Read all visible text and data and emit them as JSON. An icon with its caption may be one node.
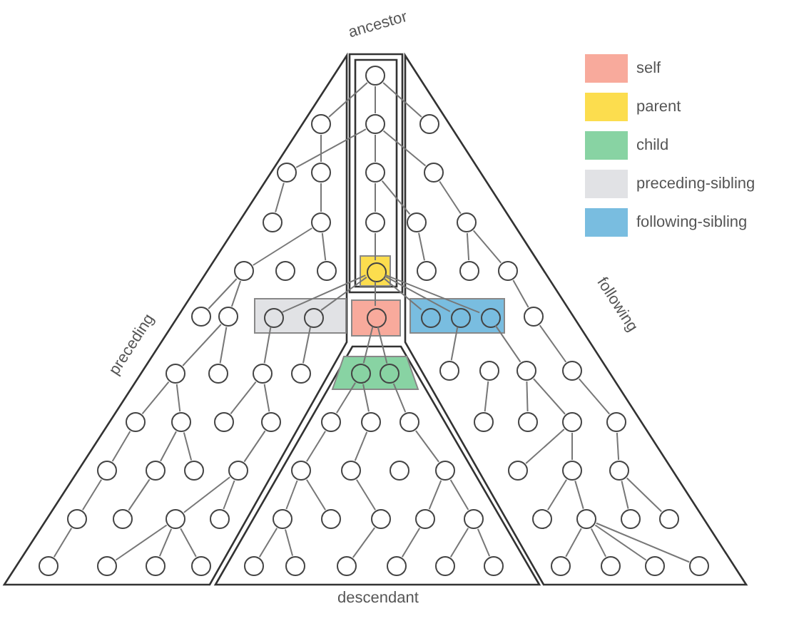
{
  "diagram": {
    "nodes": [
      {
        "text": [
          "ancestor"
        ]
      },
      {
        "text": [
          "preceding"
        ]
      },
      {
        "text": [
          "following"
        ]
      },
      {
        "text": [
          "descendant"
        ]
      },
      {
        "text": [],
        "shape": "box",
        "in": 0
      },
      {
        "text": [],
        "shape": "box"
      },
      {
        "text": [],
        "shape": "trapezoid",
        "in": 3
      },
      {
        "text": [],
        "shape": "box",
        "in": 1
      },
      {
        "text": [],
        "shape": "box",
        "in": 2
      },
      {
        "text": [],
        "shape": "circle",
        "in": 0
      },
      {
        "text": [],
        "shape": "circle",
        "in": 0
      },
      {
        "text": [],
        "shape": "circle",
        "in": 0
      },
      {
        "text": [],
        "shape": "circle",
        "in": 0
      },
      {
        "text": [],
        "shape": "circle",
        "in": 4
      },
      {
        "text": [],
        "shape": "circle",
        "in": 5
      },
      {
        "text": [],
        "shape": "circle",
        "in": 1
      },
      {
        "text": [],
        "shape": "circle",
        "in": 1
      },
      {
        "text": [],
        "shape": "circle",
        "in": 1
      },
      {
        "text": [],
        "shape": "circle",
        "in": 1
      },
      {
        "text": [],
        "shape": "circle",
        "in": 1
      },
      {
        "text": [],
        "shape": "circle",
        "in": 1
      },
      {
        "text": [],
        "shape": "circle",
        "in": 1
      },
      {
        "text": [],
        "shape": "circle",
        "in": 1
      },
      {
        "text": [],
        "shape": "circle",
        "in": 1
      },
      {
        "text": [],
        "shape": "circle",
        "in": 1
      },
      {
        "text": [],
        "shape": "circle",
        "in": 7
      },
      {
        "text": [],
        "shape": "circle",
        "in": 7
      },
      {
        "text": [],
        "shape": "circle",
        "in": 1
      },
      {
        "text": [],
        "shape": "circle",
        "in": 1
      },
      {
        "text": [],
        "shape": "circle",
        "in": 1
      },
      {
        "text": [],
        "shape": "circle",
        "in": 1
      },
      {
        "text": [],
        "shape": "circle",
        "in": 1
      },
      {
        "text": [],
        "shape": "circle",
        "in": 1
      },
      {
        "text": [],
        "shape": "circle",
        "in": 1
      },
      {
        "text": [],
        "shape": "circle",
        "in": 1
      },
      {
        "text": [],
        "shape": "circle",
        "in": 1
      },
      {
        "text": [],
        "shape": "circle",
        "in": 1
      },
      {
        "text": [],
        "shape": "circle",
        "in": 1
      },
      {
        "text": [],
        "shape": "circle",
        "in": 1
      },
      {
        "text": [],
        "shape": "circle",
        "in": 1
      },
      {
        "text": [],
        "shape": "circle",
        "in": 1
      },
      {
        "text": [],
        "shape": "circle",
        "in": 1
      },
      {
        "text": [],
        "shape": "circle",
        "in": 1
      },
      {
        "text": [],
        "shape": "circle",
        "in": 1
      },
      {
        "text": [],
        "shape": "circle",
        "in": 1
      },
      {
        "text": [],
        "shape": "circle",
        "in": 1
      },
      {
        "text": [],
        "shape": "circle",
        "in": 1
      },
      {
        "text": [],
        "shape": "circle",
        "in": 2
      },
      {
        "text": [],
        "shape": "circle",
        "in": 2
      },
      {
        "text": [],
        "shape": "circle",
        "in": 2
      },
      {
        "text": [],
        "shape": "circle",
        "in": 2
      },
      {
        "text": [],
        "shape": "circle",
        "in": 2
      },
      {
        "text": [],
        "shape": "circle",
        "in": 2
      },
      {
        "text": [],
        "shape": "circle",
        "in": 2
      },
      {
        "text": [],
        "shape": "circle",
        "in": 8
      },
      {
        "text": [],
        "shape": "circle",
        "in": 8
      },
      {
        "text": [],
        "shape": "circle",
        "in": 8
      },
      {
        "text": [],
        "shape": "circle",
        "in": 2
      },
      {
        "text": [],
        "shape": "circle",
        "in": 2
      },
      {
        "text": [],
        "shape": "circle",
        "in": 2
      },
      {
        "text": [],
        "shape": "circle",
        "in": 2
      },
      {
        "text": [],
        "shape": "circle",
        "in": 2
      },
      {
        "text": [],
        "shape": "circle",
        "in": 2
      },
      {
        "text": [],
        "shape": "circle",
        "in": 2
      },
      {
        "text": [],
        "shape": "circle",
        "in": 2
      },
      {
        "text": [],
        "shape": "circle",
        "in": 2
      },
      {
        "text": [],
        "shape": "circle",
        "in": 2
      },
      {
        "text": [],
        "shape": "circle",
        "in": 2
      },
      {
        "text": [],
        "shape": "circle",
        "in": 2
      },
      {
        "text": [],
        "shape": "circle",
        "in": 2
      },
      {
        "text": [],
        "shape": "circle",
        "in": 2
      },
      {
        "text": [],
        "shape": "circle",
        "in": 2
      },
      {
        "text": [],
        "shape": "circle",
        "in": 2
      },
      {
        "text": [],
        "shape": "circle",
        "in": 2
      },
      {
        "text": [],
        "shape": "circle",
        "in": 2
      },
      {
        "text": [],
        "shape": "circle",
        "in": 2
      },
      {
        "text": [],
        "shape": "circle",
        "in": 2
      },
      {
        "text": [],
        "shape": "circle",
        "in": 6
      },
      {
        "text": [],
        "shape": "circle",
        "in": 6
      },
      {
        "text": [],
        "shape": "circle",
        "in": 3
      },
      {
        "text": [],
        "shape": "circle",
        "in": 3
      },
      {
        "text": [],
        "shape": "circle",
        "in": 3
      },
      {
        "text": [],
        "shape": "circle",
        "in": 3
      },
      {
        "text": [],
        "shape": "circle",
        "in": 3
      },
      {
        "text": [],
        "shape": "circle",
        "in": 3
      },
      {
        "text": [],
        "shape": "circle",
        "in": 3
      },
      {
        "text": [],
        "shape": "circle",
        "in": 3
      },
      {
        "text": [],
        "shape": "circle",
        "in": 3
      },
      {
        "text": [],
        "shape": "circle",
        "in": 3
      },
      {
        "text": [],
        "shape": "circle",
        "in": 3
      },
      {
        "text": [],
        "shape": "circle",
        "in": 3
      },
      {
        "text": [],
        "shape": "circle",
        "in": 3
      },
      {
        "text": [],
        "shape": "circle",
        "in": 3
      },
      {
        "text": [],
        "shape": "circle",
        "in": 3
      },
      {
        "text": [],
        "shape": "circle",
        "in": 3
      },
      {
        "text": [],
        "shape": "circle",
        "in": 3
      },
      {
        "text": [],
        "shape": "circle",
        "in": 3
      }
    ],
    "edges": [
      {
        "from": 9,
        "to": 10,
        "arrow": "none"
      },
      {
        "from": 10,
        "to": 11,
        "arrow": "none"
      },
      {
        "from": 11,
        "to": 12,
        "arrow": "none"
      },
      {
        "from": 12,
        "to": 13,
        "arrow": "none"
      },
      {
        "from": 13,
        "to": 14,
        "arrow": "none"
      },
      {
        "from": 14,
        "to": 77,
        "arrow": "none"
      },
      {
        "from": 14,
        "to": 78,
        "arrow": "none"
      },
      {
        "from": 9,
        "to": 15,
        "arrow": "none"
      },
      {
        "from": 9,
        "to": 47,
        "arrow": "none"
      },
      {
        "from": 10,
        "to": 16,
        "arrow": "none"
      },
      {
        "from": 10,
        "to": 48,
        "arrow": "none"
      },
      {
        "from": 15,
        "to": 17,
        "arrow": "none"
      },
      {
        "from": 11,
        "to": 49,
        "arrow": "none"
      },
      {
        "from": 48,
        "to": 50,
        "arrow": "none"
      },
      {
        "from": 16,
        "to": 18,
        "arrow": "none"
      },
      {
        "from": 17,
        "to": 19,
        "arrow": "none"
      },
      {
        "from": 19,
        "to": 20,
        "arrow": "none"
      },
      {
        "from": 19,
        "to": 22,
        "arrow": "none"
      },
      {
        "from": 49,
        "to": 51,
        "arrow": "none"
      },
      {
        "from": 50,
        "to": 52,
        "arrow": "none"
      },
      {
        "from": 50,
        "to": 53,
        "arrow": "none"
      },
      {
        "from": 20,
        "to": 23,
        "arrow": "none"
      },
      {
        "from": 20,
        "to": 24,
        "arrow": "none"
      },
      {
        "from": 13,
        "to": 25,
        "arrow": "none"
      },
      {
        "from": 13,
        "to": 26,
        "arrow": "none"
      },
      {
        "from": 13,
        "to": 54,
        "arrow": "none"
      },
      {
        "from": 13,
        "to": 55,
        "arrow": "none"
      },
      {
        "from": 13,
        "to": 56,
        "arrow": "none"
      },
      {
        "from": 53,
        "to": 57,
        "arrow": "none"
      },
      {
        "from": 24,
        "to": 27,
        "arrow": "none"
      },
      {
        "from": 24,
        "to": 28,
        "arrow": "none"
      },
      {
        "from": 25,
        "to": 29,
        "arrow": "none"
      },
      {
        "from": 26,
        "to": 30,
        "arrow": "none"
      },
      {
        "from": 55,
        "to": 58,
        "arrow": "none"
      },
      {
        "from": 56,
        "to": 60,
        "arrow": "none"
      },
      {
        "from": 57,
        "to": 61,
        "arrow": "none"
      },
      {
        "from": 27,
        "to": 31,
        "arrow": "none"
      },
      {
        "from": 27,
        "to": 32,
        "arrow": "none"
      },
      {
        "from": 29,
        "to": 33,
        "arrow": "none"
      },
      {
        "from": 29,
        "to": 34,
        "arrow": "none"
      },
      {
        "from": 59,
        "to": 62,
        "arrow": "none"
      },
      {
        "from": 60,
        "to": 63,
        "arrow": "none"
      },
      {
        "from": 60,
        "to": 64,
        "arrow": "none"
      },
      {
        "from": 61,
        "to": 65,
        "arrow": "none"
      },
      {
        "from": 77,
        "to": 79,
        "arrow": "none"
      },
      {
        "from": 77,
        "to": 80,
        "arrow": "none"
      },
      {
        "from": 78,
        "to": 81,
        "arrow": "none"
      },
      {
        "from": 31,
        "to": 35,
        "arrow": "none"
      },
      {
        "from": 32,
        "to": 36,
        "arrow": "none"
      },
      {
        "from": 32,
        "to": 37,
        "arrow": "none"
      },
      {
        "from": 34,
        "to": 38,
        "arrow": "none"
      },
      {
        "from": 64,
        "to": 66,
        "arrow": "none"
      },
      {
        "from": 64,
        "to": 67,
        "arrow": "none"
      },
      {
        "from": 65,
        "to": 68,
        "arrow": "none"
      },
      {
        "from": 79,
        "to": 82,
        "arrow": "none"
      },
      {
        "from": 80,
        "to": 83,
        "arrow": "none"
      },
      {
        "from": 81,
        "to": 85,
        "arrow": "none"
      },
      {
        "from": 35,
        "to": 39,
        "arrow": "none"
      },
      {
        "from": 36,
        "to": 40,
        "arrow": "none"
      },
      {
        "from": 38,
        "to": 41,
        "arrow": "none"
      },
      {
        "from": 38,
        "to": 42,
        "arrow": "none"
      },
      {
        "from": 67,
        "to": 69,
        "arrow": "none"
      },
      {
        "from": 67,
        "to": 70,
        "arrow": "none"
      },
      {
        "from": 68,
        "to": 71,
        "arrow": "none"
      },
      {
        "from": 68,
        "to": 72,
        "arrow": "none"
      },
      {
        "from": 82,
        "to": 86,
        "arrow": "none"
      },
      {
        "from": 82,
        "to": 87,
        "arrow": "none"
      },
      {
        "from": 83,
        "to": 88,
        "arrow": "none"
      },
      {
        "from": 85,
        "to": 89,
        "arrow": "none"
      },
      {
        "from": 85,
        "to": 90,
        "arrow": "none"
      },
      {
        "from": 39,
        "to": 43,
        "arrow": "none"
      },
      {
        "from": 41,
        "to": 44,
        "arrow": "none"
      },
      {
        "from": 41,
        "to": 45,
        "arrow": "none"
      },
      {
        "from": 41,
        "to": 46,
        "arrow": "none"
      },
      {
        "from": 70,
        "to": 73,
        "arrow": "none"
      },
      {
        "from": 70,
        "to": 74,
        "arrow": "none"
      },
      {
        "from": 70,
        "to": 75,
        "arrow": "none"
      },
      {
        "from": 70,
        "to": 76,
        "arrow": "none"
      },
      {
        "from": 86,
        "to": 91,
        "arrow": "none"
      },
      {
        "from": 86,
        "to": 92,
        "arrow": "none"
      },
      {
        "from": 88,
        "to": 93,
        "arrow": "none"
      },
      {
        "from": 89,
        "to": 94,
        "arrow": "none"
      },
      {
        "from": 90,
        "to": 95,
        "arrow": "none"
      },
      {
        "from": 90,
        "to": 96,
        "arrow": "none"
      }
    ],
    "legend": [
      {
        "text": "self",
        "color": "#f8aa9c"
      },
      {
        "text": "parent",
        "color": "#fcdd4e"
      },
      {
        "text": "child",
        "color": "#88d3a3"
      },
      {
        "text": "preceding-sibling",
        "color": "#e1e2e5"
      },
      {
        "text": "following-sibling",
        "color": "#79bde0"
      }
    ]
  }
}
